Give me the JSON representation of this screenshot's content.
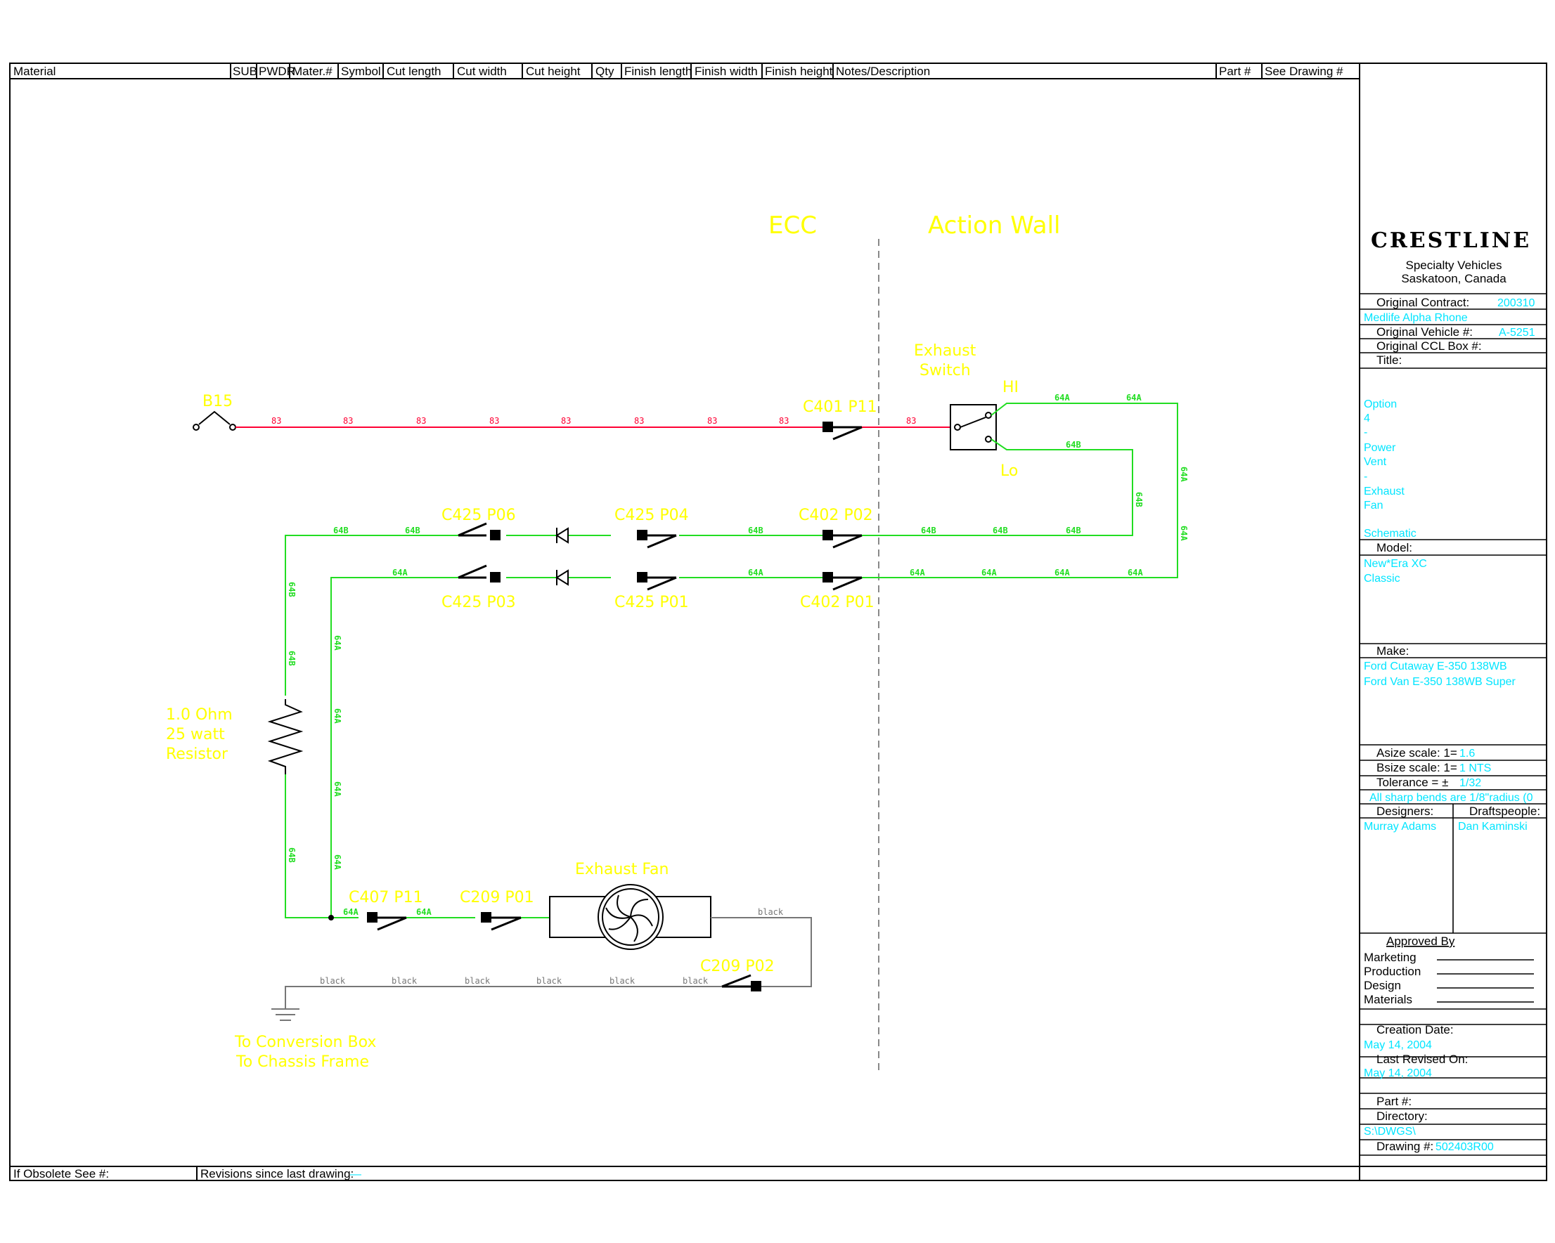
{
  "header": {
    "columns": [
      "Material",
      "SUB",
      "PWDR",
      "Mater.#",
      "Symbol",
      "Cut length",
      "Cut width",
      "Cut height",
      "Qty",
      "Finish length",
      "Finish width",
      "Finish height",
      "Notes/Description",
      "Part #",
      "See Drawing #"
    ]
  },
  "footer": {
    "obsolete_label": "If Obsolete See #:",
    "revisions_label": "Revisions since last drawing:",
    "revisions_value": "—"
  },
  "diagram": {
    "zone_left": "ECC",
    "zone_right": "Action Wall",
    "connectors": {
      "b15": "B15",
      "c401": "C401 P11",
      "c425_p06": "C425 P06",
      "c425_p04": "C425 P04",
      "c402_p02": "C402 P02",
      "c425_p03": "C425 P03",
      "c425_p01": "C425 P01",
      "c402_p01": "C402 P01",
      "c407": "C407 P11",
      "c209_p01": "C209 P01",
      "c209_p02": "C209 P02"
    },
    "switch_label_1": "Exhaust",
    "switch_label_2": "Switch",
    "switch_hi": "HI",
    "switch_lo": "Lo",
    "resistor_1": "1.0 Ohm",
    "resistor_2": "25 watt",
    "resistor_3": "Resistor",
    "fan_label": "Exhaust Fan",
    "ground_1": "To Conversion Box",
    "ground_2": "To Chassis Frame",
    "wire_red": "83",
    "wire_64a": "64A",
    "wire_64b": "64B",
    "wire_black": "black"
  },
  "title_block": {
    "company": "CRESTLINE",
    "sub1": "Specialty Vehicles",
    "sub2": "Saskatoon, Canada",
    "orig_contract_label": "Original Contract:",
    "orig_contract_value": "200310",
    "customer_value": "Medlife Alpha Rhone",
    "orig_vehicle_label": "Original Vehicle #:",
    "orig_vehicle_value": "A-5251",
    "orig_box_label": "Original CCL Box #:",
    "title_label": "Title:",
    "title_lines": [
      "Option",
      "4",
      "-",
      "Power",
      "Vent",
      "-",
      "Exhaust",
      "Fan",
      "",
      "Schematic"
    ],
    "model_label": "Model:",
    "model_lines": [
      "New*Era XC",
      "Classic"
    ],
    "make_label": "Make:",
    "make_lines": [
      "Ford Cutaway E-350 138WB",
      "Ford Van E-350 138WB Super"
    ],
    "asize_label": "Asize scale: 1=",
    "asize_value": "1.6",
    "bsize_label": "Bsize scale: 1=",
    "bsize_value": "1 NTS",
    "tolerance_label": "Tolerance = ±",
    "tolerance_value": "1/32",
    "bends_note": "All sharp bends are 1/8\"radius (0",
    "designers_label": "Designers:",
    "drafts_label": "Draftspeople:",
    "designer_value": "Murray Adams",
    "draftsperson_value": "Dan Kaminski",
    "approved_label": "Approved By",
    "approvals": [
      "Marketing",
      "Production",
      "Design",
      "Materials"
    ],
    "creation_label": "Creation Date:",
    "creation_value": "May 14, 2004",
    "revised_label": "Last Revised On:",
    "revised_value": "May 14, 2004",
    "part_label": "Part #:",
    "directory_label": "Directory:",
    "directory_value": "S:\\DWGS\\",
    "drawing_label": "Drawing #:",
    "drawing_value": "502403R00"
  }
}
